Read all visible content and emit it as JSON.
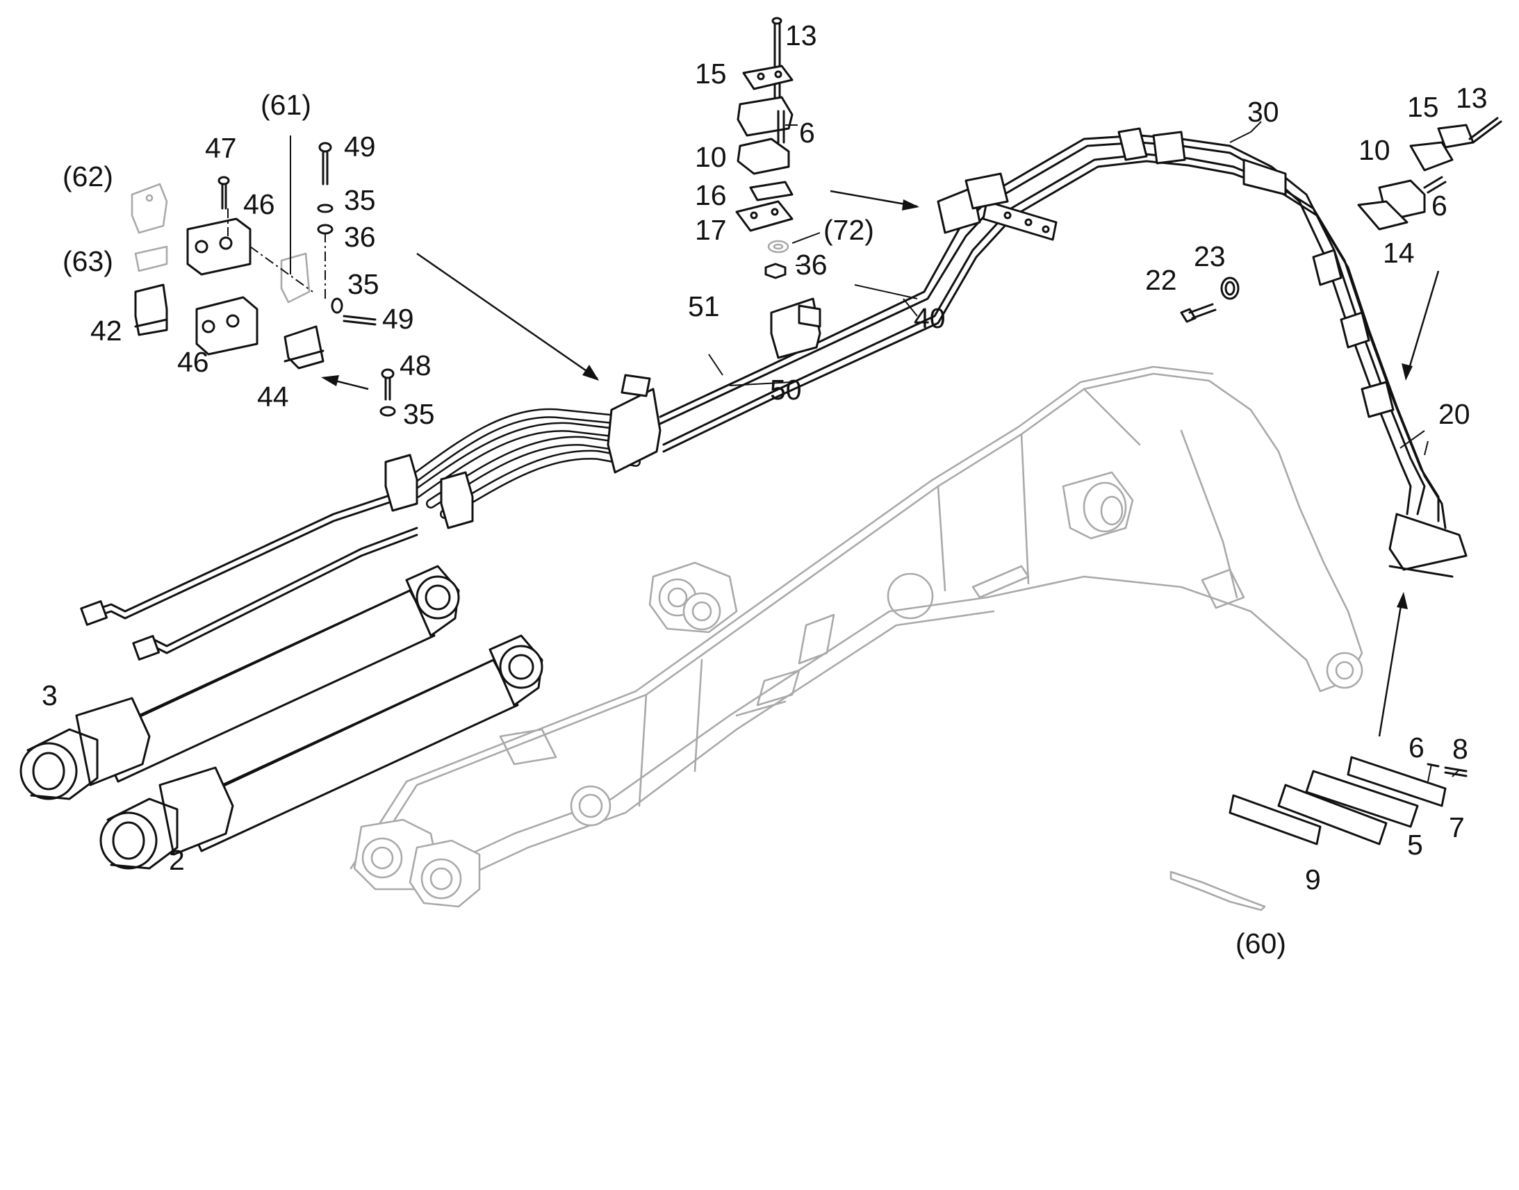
{
  "labels": {
    "p13a": "13",
    "p15a": "15",
    "p6a": "6",
    "p10a": "10",
    "p16": "16",
    "p17": "17",
    "p72": "(72)",
    "p36a": "36",
    "p30": "30",
    "p15b": "15",
    "p13b": "13",
    "p10b": "10",
    "p6b": "6",
    "p14": "14",
    "p61": "(61)",
    "p47": "47",
    "p49a": "49",
    "p62": "(62)",
    "p46a": "46",
    "p35a": "35",
    "p36b": "36",
    "p63": "(63)",
    "p35b": "35",
    "p49b": "49",
    "p42": "42",
    "p46b": "46",
    "p48": "48",
    "p44": "44",
    "p35c": "35",
    "p51": "51",
    "p40": "40",
    "p50": "50",
    "p22": "22",
    "p23": "23",
    "p20": "20",
    "p3": "3",
    "p2": "2",
    "p6c": "6",
    "p8": "8",
    "p7": "7",
    "p5": "5",
    "p9": "9",
    "p60": "(60)"
  },
  "colors": {
    "ink": "#111111",
    "ghost": "#a9a9a9",
    "background": "#ffffff"
  }
}
